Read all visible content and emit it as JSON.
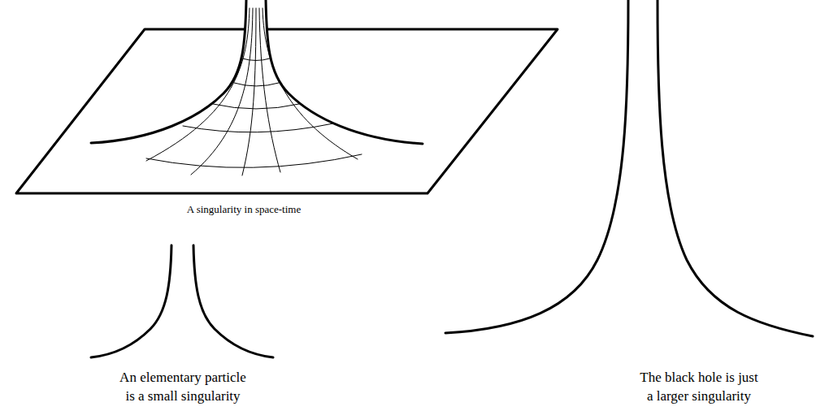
{
  "diagram": {
    "labels": [
      "A singularity in space-time",
      "An elementary particle is a small singularity",
      "The black hole is just a larger singularity"
    ]
  }
}
